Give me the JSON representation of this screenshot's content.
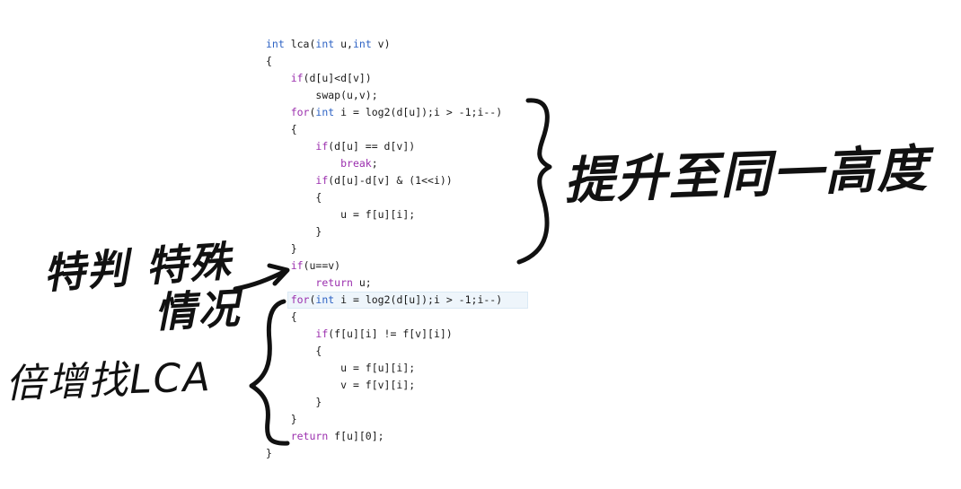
{
  "code_lines": [
    {
      "indent": 0,
      "tokens": [
        [
          "kw",
          "int"
        ],
        [
          "txt",
          " lca("
        ],
        [
          "kw",
          "int"
        ],
        [
          "txt",
          " u,"
        ],
        [
          "kw",
          "int"
        ],
        [
          "txt",
          " v)"
        ]
      ]
    },
    {
      "indent": 0,
      "tokens": [
        [
          "txt",
          "{"
        ]
      ]
    },
    {
      "indent": 1,
      "tokens": [
        [
          "ctl",
          "if"
        ],
        [
          "txt",
          "(d[u]<d[v])"
        ]
      ]
    },
    {
      "indent": 2,
      "tokens": [
        [
          "txt",
          "swap(u,v);"
        ]
      ]
    },
    {
      "indent": 1,
      "tokens": [
        [
          "ctl",
          "for"
        ],
        [
          "txt",
          "("
        ],
        [
          "kw",
          "int"
        ],
        [
          "txt",
          " i = log2(d[u]);i > -1;i--)"
        ]
      ]
    },
    {
      "indent": 1,
      "tokens": [
        [
          "txt",
          "{"
        ]
      ]
    },
    {
      "indent": 2,
      "tokens": [
        [
          "ctl",
          "if"
        ],
        [
          "txt",
          "(d[u] == d[v])"
        ]
      ]
    },
    {
      "indent": 3,
      "tokens": [
        [
          "ctl",
          "break"
        ],
        [
          "txt",
          ";"
        ]
      ]
    },
    {
      "indent": 2,
      "tokens": [
        [
          "ctl",
          "if"
        ],
        [
          "txt",
          "(d[u]-d[v] & (1<<i))"
        ]
      ]
    },
    {
      "indent": 2,
      "tokens": [
        [
          "txt",
          "{"
        ]
      ]
    },
    {
      "indent": 3,
      "tokens": [
        [
          "txt",
          "u = f[u][i];"
        ]
      ]
    },
    {
      "indent": 2,
      "tokens": [
        [
          "txt",
          "}"
        ]
      ]
    },
    {
      "indent": 1,
      "tokens": [
        [
          "txt",
          "}"
        ]
      ]
    },
    {
      "indent": 1,
      "tokens": [
        [
          "ctl",
          "if"
        ],
        [
          "txt",
          "(u==v)"
        ]
      ]
    },
    {
      "indent": 2,
      "tokens": [
        [
          "ctl",
          "return"
        ],
        [
          "txt",
          " u;"
        ]
      ]
    },
    {
      "indent": 1,
      "highlight": true,
      "tokens": [
        [
          "ctl",
          "for"
        ],
        [
          "txt",
          "("
        ],
        [
          "kw",
          "int"
        ],
        [
          "txt",
          " i = log2(d[u]);i > -1;i--)"
        ]
      ]
    },
    {
      "indent": 1,
      "tokens": [
        [
          "txt",
          "{"
        ]
      ]
    },
    {
      "indent": 2,
      "tokens": [
        [
          "ctl",
          "if"
        ],
        [
          "txt",
          "(f[u][i] != f[v][i])"
        ]
      ]
    },
    {
      "indent": 2,
      "tokens": [
        [
          "txt",
          "{"
        ]
      ]
    },
    {
      "indent": 3,
      "tokens": [
        [
          "txt",
          "u = f[u][i];"
        ]
      ]
    },
    {
      "indent": 3,
      "tokens": [
        [
          "txt",
          "v = f[v][i];"
        ]
      ]
    },
    {
      "indent": 2,
      "tokens": [
        [
          "txt",
          "}"
        ]
      ]
    },
    {
      "indent": 1,
      "tokens": [
        [
          "txt",
          "}"
        ]
      ]
    },
    {
      "indent": 1,
      "tokens": [
        [
          "ctl",
          "return"
        ],
        [
          "txt",
          " f[u][0];"
        ]
      ]
    },
    {
      "indent": 0,
      "tokens": [
        [
          "txt",
          "}"
        ]
      ]
    }
  ],
  "annotations": {
    "lift_same_height": "提升至同一高度",
    "special_case_line1": "特判 特殊",
    "special_case_line2": "情况",
    "binary_lifting_lca": "倍增找LCA"
  },
  "colors": {
    "keyword": "#2e63c4",
    "control": "#9b2fae",
    "text": "#1a1a1a",
    "highlight": "#eef5fb",
    "ink": "#111111"
  }
}
